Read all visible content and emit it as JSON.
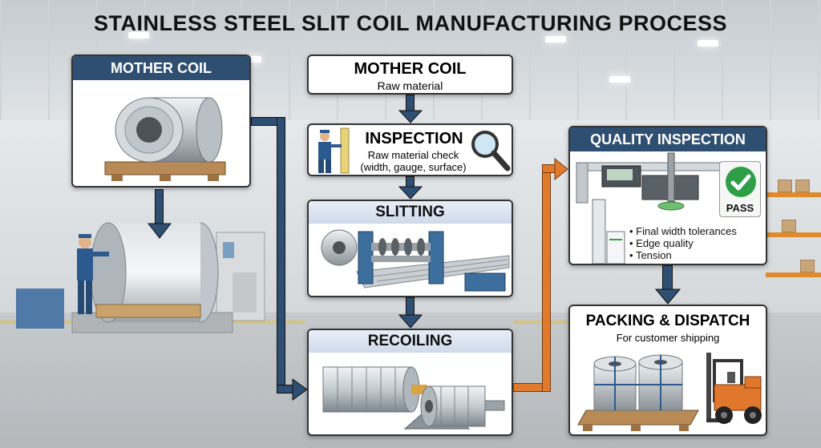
{
  "title": "STAINLESS STEEL SLIT COIL MANUFACTURING PROCESS",
  "left_card": {
    "header": "MOTHER COIL"
  },
  "steps": {
    "mother_coil": {
      "title": "MOTHER COIL",
      "subtitle": "Raw material"
    },
    "inspection": {
      "title": "INSPECTION",
      "line1": "Raw material check",
      "line2": "(width, gauge, surface)"
    },
    "slitting": {
      "title": "SLITTING"
    },
    "recoiling": {
      "title": "RECOILING"
    },
    "quality": {
      "title": "QUALITY INSPECTION",
      "badge": "PASS",
      "bullets": [
        "Final width tolerances",
        "Edge quality",
        "Tension"
      ]
    },
    "packing": {
      "title": "PACKING & DISPATCH",
      "subtitle": "For customer shipping"
    }
  },
  "colors": {
    "header_blue": "#2f4f72",
    "arrow_blue": "#2f4f72",
    "arrow_orange": "#e07a2c",
    "pass_green": "#2e9e47"
  },
  "icons": [
    "coil-icon",
    "worker-icon",
    "magnifier-icon",
    "slitter-machine-icon",
    "recoiler-icon",
    "caliper-icon",
    "checkmark-icon",
    "forklift-icon",
    "pallet-icon"
  ]
}
